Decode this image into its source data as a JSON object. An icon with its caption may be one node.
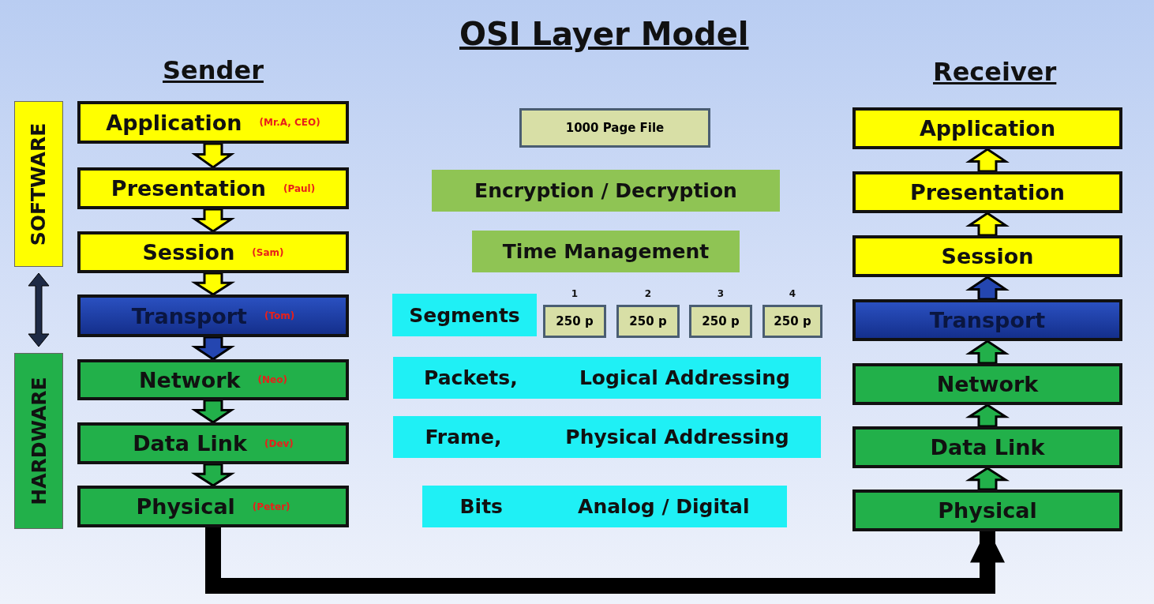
{
  "diagram": {
    "title": "OSI Layer Model",
    "nodes": [
      {
        "text": [
          "SOFTWARE"
        ]
      },
      {
        "text": [
          "HARDWARE"
        ]
      },
      {
        "text": [
          "Application",
          "(Mr.A, CEO)"
        ]
      },
      {
        "text": [
          "Presentation",
          "(Paul)"
        ]
      },
      {
        "text": [
          "Session",
          "(Sam)"
        ]
      },
      {
        "text": [
          "Transport",
          "(Tom)"
        ]
      },
      {
        "text": [
          "Network",
          "(Neo)"
        ]
      },
      {
        "text": [
          "Data Link",
          "(Dev)"
        ]
      },
      {
        "text": [
          "Physical",
          "(Peter)"
        ]
      },
      {
        "text": [
          "Application"
        ]
      },
      {
        "text": [
          "Presentation"
        ]
      },
      {
        "text": [
          "Session"
        ]
      },
      {
        "text": [
          "Transport"
        ]
      },
      {
        "text": [
          "Network"
        ]
      },
      {
        "text": [
          "Data Link"
        ]
      },
      {
        "text": [
          "Physical"
        ]
      },
      {
        "text": [
          "1000 Page File"
        ]
      },
      {
        "text": [
          "Encryption / Decryption"
        ]
      },
      {
        "text": [
          "Time Management"
        ]
      },
      {
        "text": [
          "Segments"
        ]
      },
      {
        "text": [
          "250 p"
        ],
        "beside": [
          "1"
        ]
      },
      {
        "text": [
          "250 p"
        ],
        "beside": [
          "2"
        ]
      },
      {
        "text": [
          "250 p"
        ],
        "beside": [
          "3"
        ]
      },
      {
        "text": [
          "250 p"
        ],
        "beside": [
          "4"
        ]
      },
      {
        "text": [
          "Packets,",
          "Logical Addressing"
        ]
      },
      {
        "text": [
          "Frame,",
          "Physical Addressing"
        ]
      },
      {
        "text": [
          "Bits",
          "Analog / Digital"
        ]
      }
    ],
    "edges": [
      {
        "from": 0,
        "to": 1,
        "arrow": "both"
      },
      {
        "from": 2,
        "to": 3,
        "arrow": "to"
      },
      {
        "from": 3,
        "to": 4,
        "arrow": "to"
      },
      {
        "from": 4,
        "to": 5,
        "arrow": "to"
      },
      {
        "from": 5,
        "to": 6,
        "arrow": "to"
      },
      {
        "from": 6,
        "to": 7,
        "arrow": "to"
      },
      {
        "from": 7,
        "to": 8,
        "arrow": "to"
      },
      {
        "from": 8,
        "to": 15,
        "arrow": "to"
      },
      {
        "from": 15,
        "to": 14,
        "arrow": "to"
      },
      {
        "from": 14,
        "to": 13,
        "arrow": "to"
      },
      {
        "from": 13,
        "to": 12,
        "arrow": "to"
      },
      {
        "from": 12,
        "to": 11,
        "arrow": "to"
      },
      {
        "from": 11,
        "to": 10,
        "arrow": "to"
      },
      {
        "from": 10,
        "to": 9,
        "arrow": "to"
      }
    ],
    "labels": [
      "Sender",
      "Receiver"
    ]
  }
}
